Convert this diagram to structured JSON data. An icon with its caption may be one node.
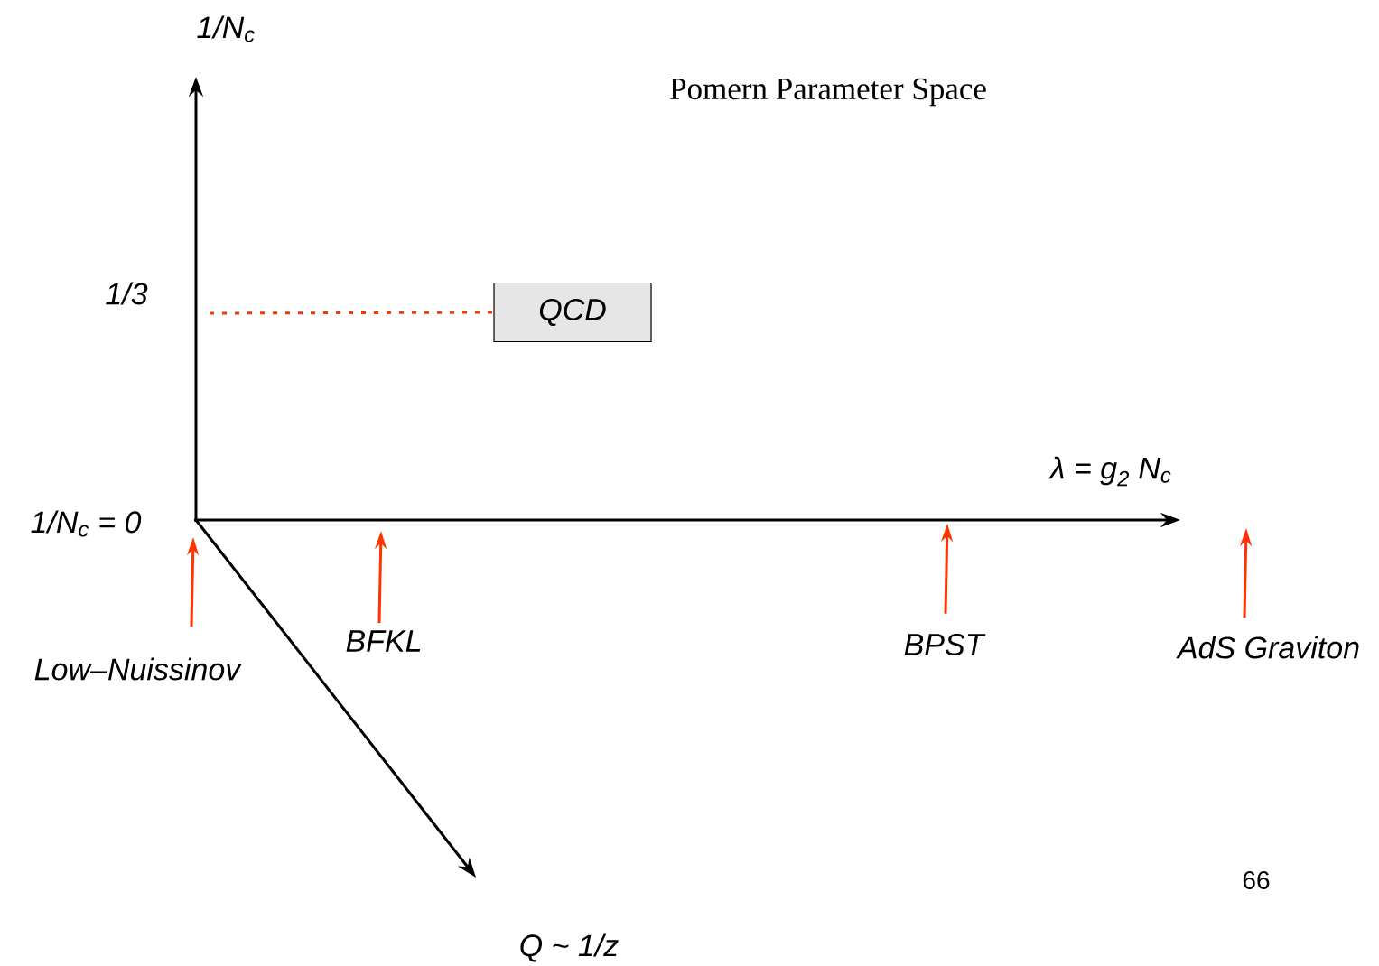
{
  "diagram": {
    "title": "Pomern Parameter Space",
    "nodes": [
      {
        "text": [
          "QCD"
        ]
      },
      {
        "text": [
          "Low–Nuissinov"
        ]
      },
      {
        "text": [
          "BFKL"
        ]
      },
      {
        "text": [
          "BPST"
        ]
      },
      {
        "text": [
          "AdS Graviton"
        ]
      }
    ],
    "edges": [
      {
        "from": null,
        "to": 0,
        "arrow": "none",
        "style": "dashed",
        "color": "#ff3300"
      },
      {
        "from": 1,
        "to": null,
        "arrow": "to",
        "color": "#ff3300"
      },
      {
        "from": 2,
        "to": null,
        "arrow": "to",
        "color": "#ff3300"
      },
      {
        "from": 3,
        "to": null,
        "arrow": "to",
        "color": "#ff3300"
      },
      {
        "from": 4,
        "to": null,
        "arrow": "to",
        "color": "#ff3300"
      }
    ],
    "labels": [
      "1/N$_{c}$",
      "1/3",
      "1/N$_{c}$ = 0",
      "λ = g$_{2}$ N$_{c}$",
      "Q ~ 1/z",
      "66"
    ]
  }
}
